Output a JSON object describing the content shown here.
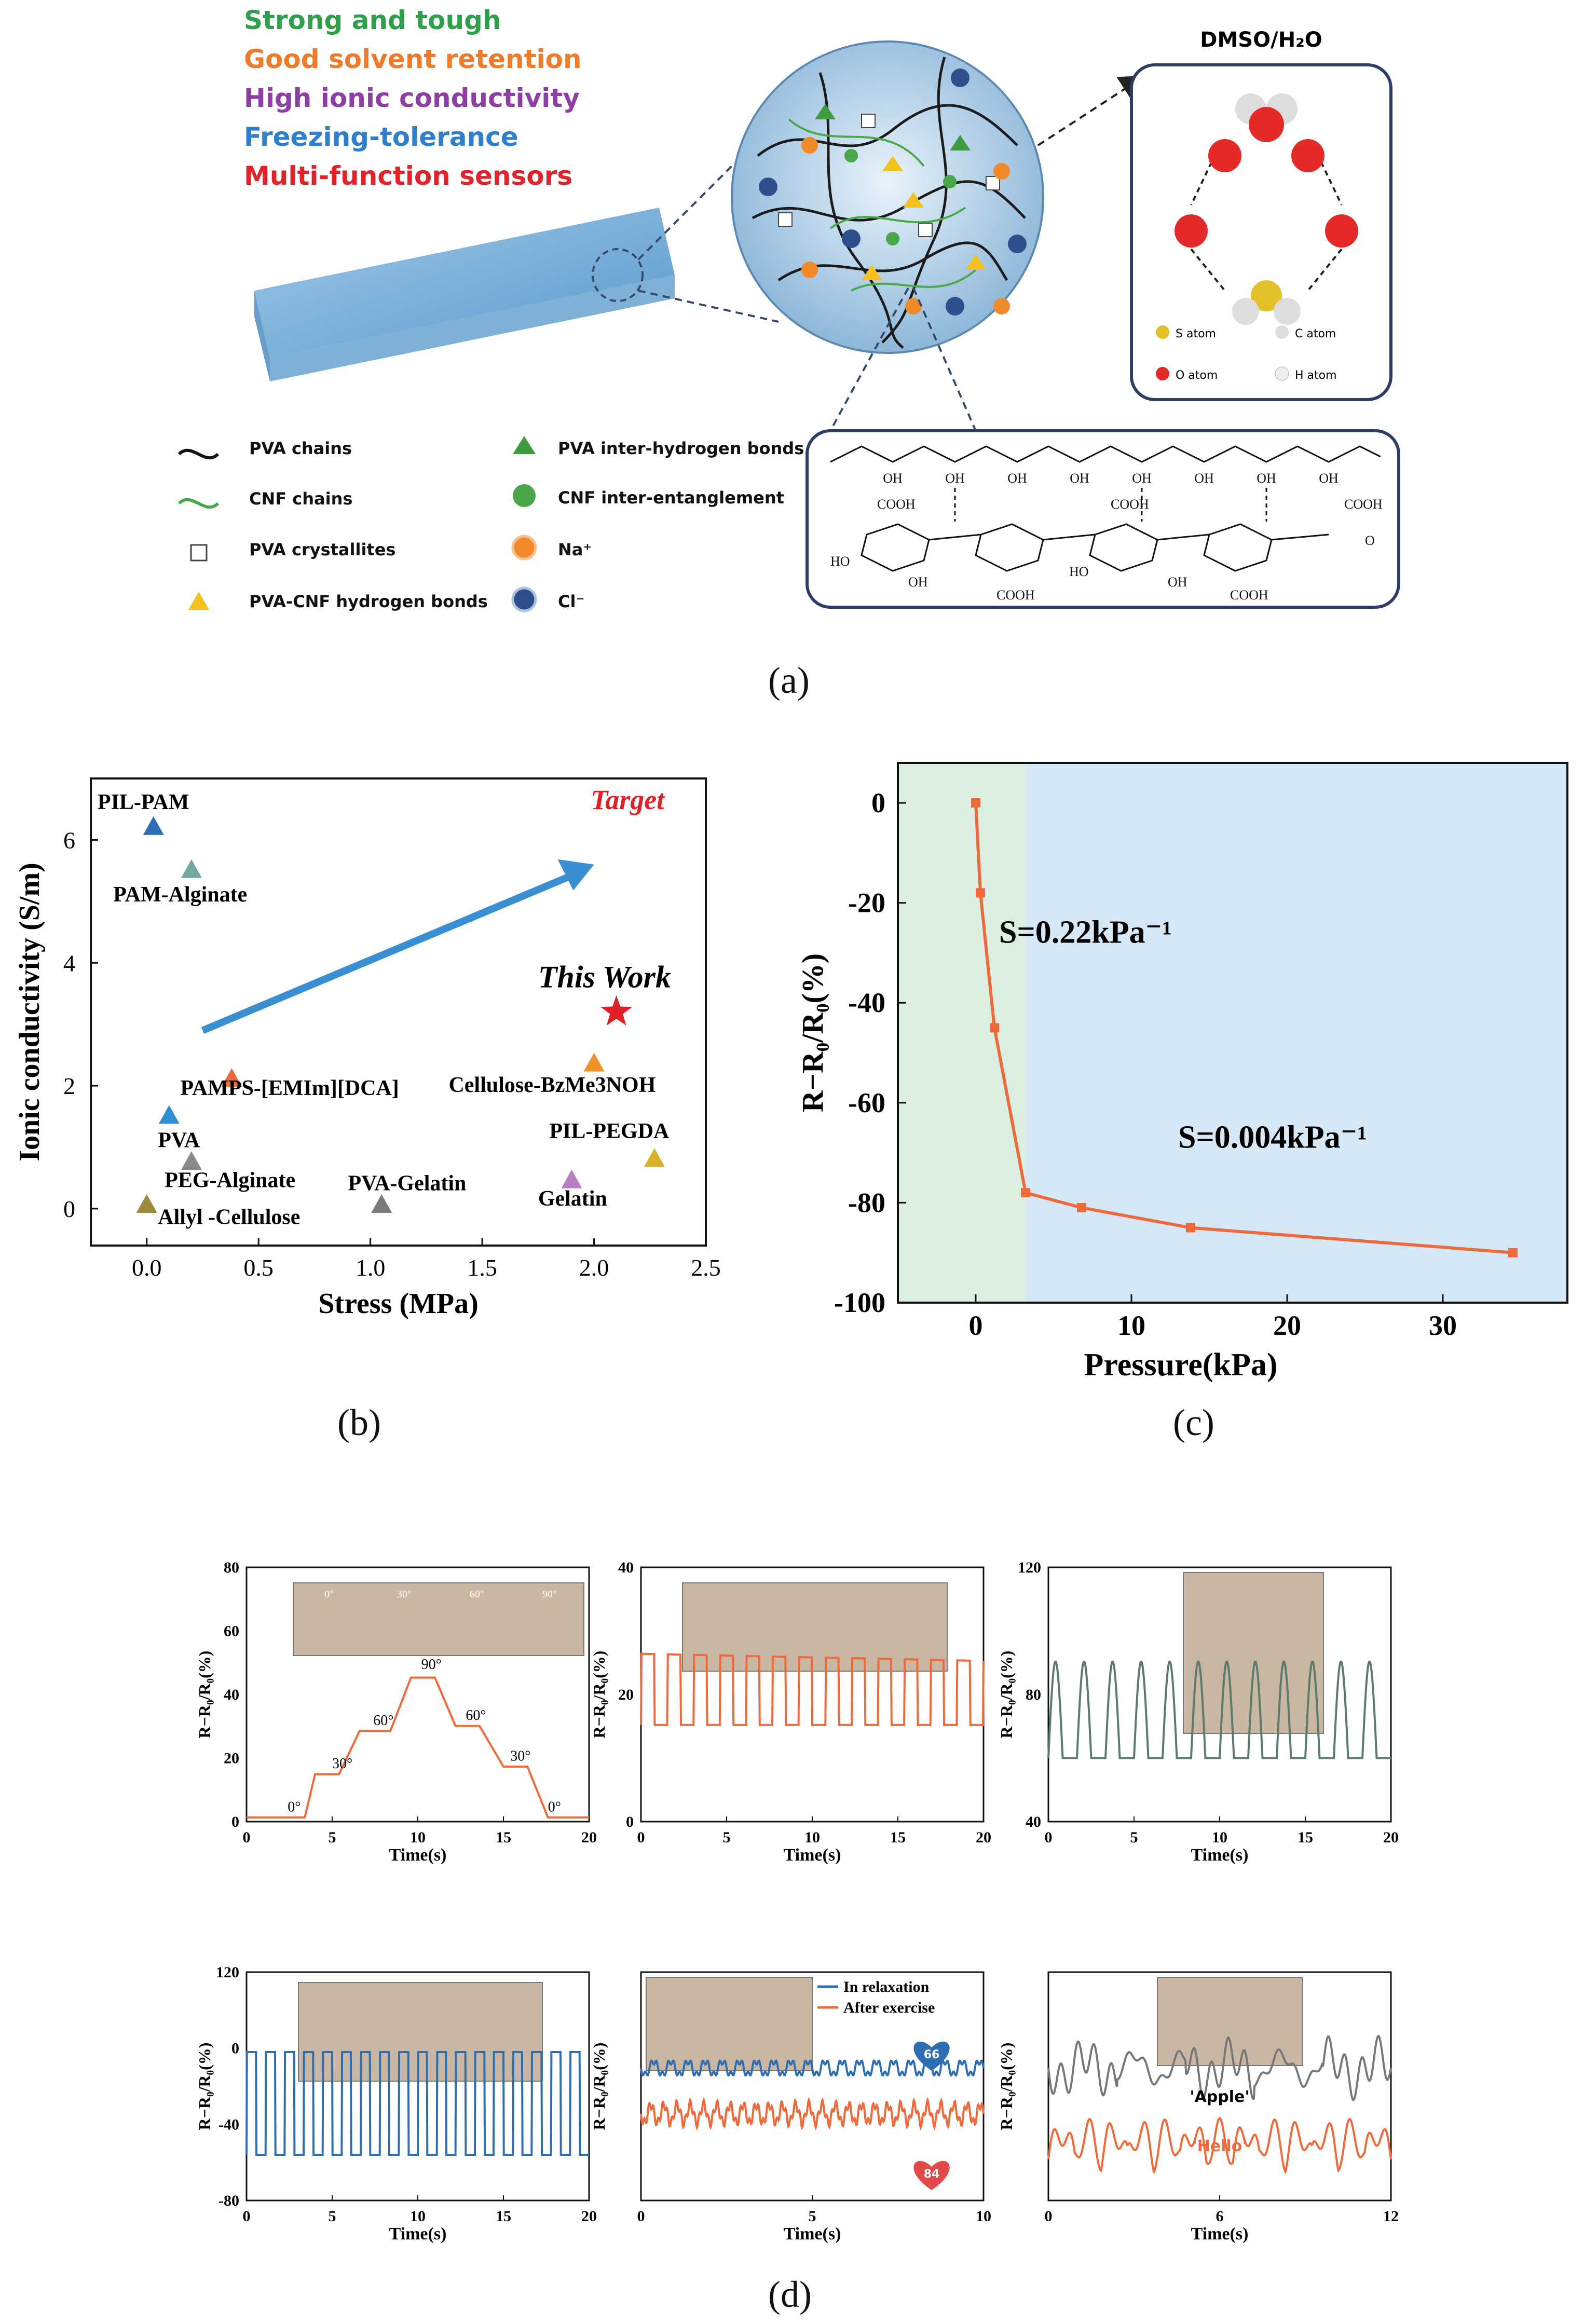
{
  "panel_labels": {
    "a": "(a)",
    "b": "(b)",
    "c": "(c)",
    "d": "(d)"
  },
  "panel_a": {
    "features": [
      {
        "text": "Strong and tough",
        "color": "#2ea04a"
      },
      {
        "text": "Good solvent retention",
        "color": "#ef7a2a"
      },
      {
        "text": "High ionic conductivity",
        "color": "#8e3fa3"
      },
      {
        "text": "Freezing-tolerance",
        "color": "#2f7fcf"
      },
      {
        "text": "Multi-function sensors",
        "color": "#e2232a"
      }
    ],
    "dmso_title": "DMSO/H₂O",
    "atom_legend": {
      "s": "S atom",
      "c": "C atom",
      "o": "O atom",
      "h": "H atom"
    },
    "legend": {
      "pva_chains": "PVA chains",
      "cnf_chains": "CNF chains",
      "pva_crystallites": "PVA crystallites",
      "pva_cnf_hbonds": "PVA-CNF hydrogen bonds",
      "pva_inter_hbonds": "PVA inter-hydrogen bonds",
      "cnf_entanglement": "CNF inter-entanglement",
      "na": "Na⁺",
      "cl": "Cl⁻"
    },
    "structure_labels": {
      "oh": "OH",
      "cooh": "COOH",
      "ho": "HO",
      "o": "O"
    }
  },
  "chart_data": [
    {
      "type": "scatter",
      "xlabel": "Stress (MPa)",
      "ylabel": "Ionic conductivity (S/m)",
      "xlim": [
        -0.25,
        2.5
      ],
      "ylim": [
        -0.6,
        7.0
      ],
      "xticks": [
        "0.0",
        "0.5",
        "1.0",
        "1.5",
        "2.0",
        "2.5"
      ],
      "yticks": [
        "0",
        "2",
        "4",
        "6"
      ],
      "annotations": {
        "target": "Target",
        "this_work": "This Work"
      },
      "points": [
        {
          "label": "PIL-PAM",
          "x": 0.03,
          "y": 6.2,
          "color": "#2e6fb3",
          "marker": "triangle"
        },
        {
          "label": "PAM-Alginate",
          "x": 0.2,
          "y": 5.5,
          "color": "#6fa9a1",
          "marker": "triangle"
        },
        {
          "label": "PAMPS-[EMIm][DCA]",
          "x": 0.38,
          "y": 2.1,
          "color": "#ef6a3a",
          "marker": "triangle"
        },
        {
          "label": "PVA",
          "x": 0.1,
          "y": 1.5,
          "color": "#2f8fd0",
          "marker": "triangle"
        },
        {
          "label": "PEG-Alginate",
          "x": 0.2,
          "y": 0.75,
          "color": "#8a8a8a",
          "marker": "triangle"
        },
        {
          "label": "Allyl -Cellulose",
          "x": 0.0,
          "y": 0.05,
          "color": "#9a8a3a",
          "marker": "triangle"
        },
        {
          "label": "PVA-Gelatin",
          "x": 1.05,
          "y": 0.05,
          "color": "#7a7a7a",
          "marker": "triangle"
        },
        {
          "label": "Cellulose-BzMe3NOH",
          "x": 2.0,
          "y": 2.35,
          "color": "#f0902a",
          "marker": "triangle"
        },
        {
          "label": "PIL-PEGDA",
          "x": 2.27,
          "y": 0.8,
          "color": "#d8b02a",
          "marker": "triangle"
        },
        {
          "label": "Gelatin",
          "x": 1.9,
          "y": 0.45,
          "color": "#b780c3",
          "marker": "triangle"
        },
        {
          "label": "This Work",
          "x": 2.1,
          "y": 3.2,
          "color": "#e02027",
          "marker": "star"
        }
      ]
    },
    {
      "type": "line",
      "xlabel": "Pressure(kPa)",
      "ylabel": "R−R₀/R₀(%)",
      "xlim": [
        -5,
        38
      ],
      "ylim": [
        -100,
        8
      ],
      "xticks": [
        "0",
        "10",
        "20",
        "30"
      ],
      "yticks": [
        "0",
        "-20",
        "-40",
        "-60",
        "-80",
        "-100"
      ],
      "green_region_end": 3.2,
      "annotations": {
        "s1": "S=0.22kPa⁻¹",
        "s2": "S=0.004kPa⁻¹"
      },
      "series": [
        {
          "color": "#ef6a3a",
          "points": [
            [
              0,
              0
            ],
            [
              0.3,
              -18
            ],
            [
              1.2,
              -45
            ],
            [
              3.2,
              -78
            ],
            [
              6.8,
              -81
            ],
            [
              13.8,
              -85
            ],
            [
              34.5,
              -90
            ]
          ]
        }
      ]
    }
  ],
  "panel_d": {
    "xlabel": "Time(s)",
    "ylabel": "R−R₀/R₀(%)",
    "plots": [
      {
        "xticks": [
          "0",
          "5",
          "10",
          "15",
          "20"
        ],
        "yticks": [
          "0",
          "20",
          "40",
          "60",
          "80"
        ],
        "photo_labels": [
          "0°",
          "30°",
          "60°",
          "90°"
        ],
        "point_labels": [
          "0°",
          "30°",
          "60°",
          "90°",
          "60°",
          "30°",
          "0°"
        ]
      },
      {
        "xticks": [
          "0",
          "5",
          "10",
          "15",
          "20"
        ],
        "yticks": [
          "0",
          "20",
          "40"
        ]
      },
      {
        "xticks": [
          "0",
          "5",
          "10",
          "15",
          "20"
        ],
        "yticks": [
          "40",
          "80",
          "120"
        ]
      },
      {
        "xticks": [
          "0",
          "5",
          "10",
          "15",
          "20"
        ],
        "yticks": [
          "-80",
          "-40",
          "0",
          "120"
        ]
      },
      {
        "xticks": [
          "0",
          "5",
          "10"
        ],
        "yticks": [],
        "legend": [
          "In relaxation",
          "After exercise"
        ],
        "hearts": [
          "66",
          "84"
        ]
      },
      {
        "xticks": [
          "0",
          "6",
          "12"
        ],
        "yticks": [],
        "words": [
          "'Apple'",
          "'Hello'"
        ]
      }
    ]
  }
}
